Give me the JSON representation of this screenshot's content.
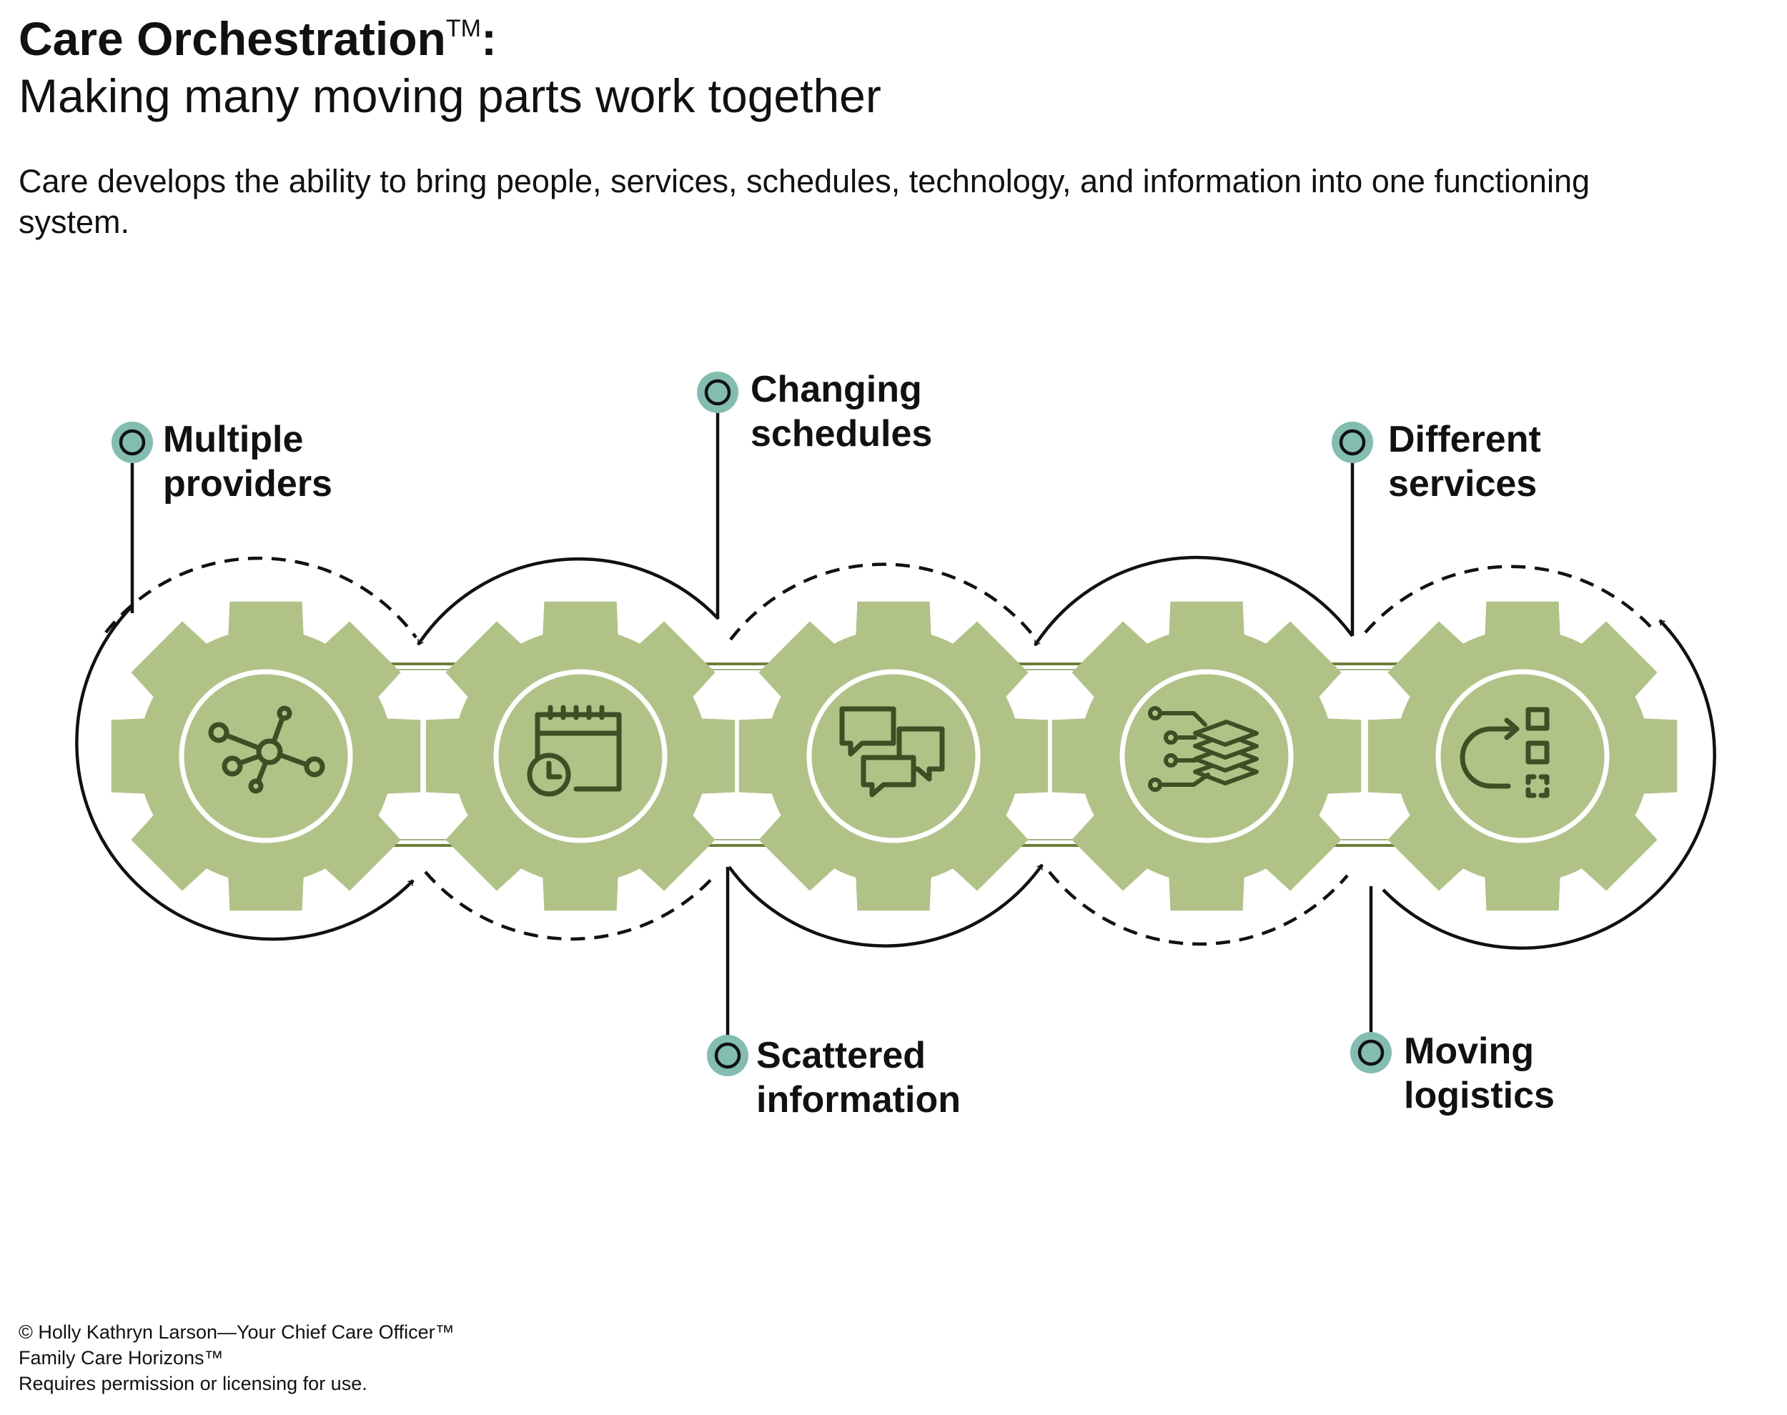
{
  "header": {
    "title": "Care Orchestration",
    "title_mark": "TM",
    "title_suffix": ":",
    "subtitle": "Making many moving parts work together",
    "description": "Care develops the ability to bring people, services, schedules, technology, and information into one functioning system."
  },
  "colors": {
    "gear_fill": "#b1c287",
    "icon_stroke": "#3d4f24",
    "connector_fill": "#82bdb0",
    "ink": "#111111",
    "belt": "#6b7f3a"
  },
  "gears": [
    {
      "icon": "network-nodes-icon"
    },
    {
      "icon": "calendar-clock-icon"
    },
    {
      "icon": "chat-bubbles-icon"
    },
    {
      "icon": "layered-data-icon"
    },
    {
      "icon": "workflow-arrow-icon"
    }
  ],
  "labels": {
    "multiple_providers": {
      "line1": "Multiple",
      "line2": "providers"
    },
    "changing_schedules": {
      "line1": "Changing",
      "line2": "schedules"
    },
    "different_services": {
      "line1": "Different",
      "line2": "services"
    },
    "scattered_information": {
      "line1": "Scattered",
      "line2": "information"
    },
    "moving_logistics": {
      "line1": "Moving",
      "line2": "logistics"
    }
  },
  "footer": {
    "line1": "© Holly Kathryn Larson—Your Chief Care Officer™",
    "line2": "Family Care Horizons™",
    "line3": "Requires permission or licensing for use."
  }
}
